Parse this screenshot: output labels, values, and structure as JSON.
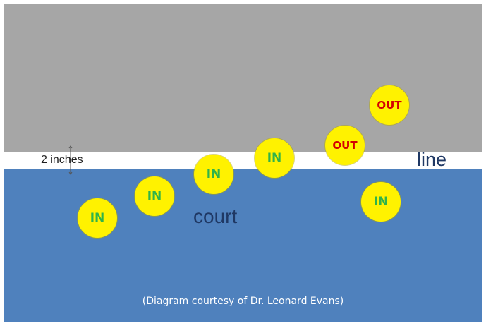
{
  "labels": {
    "dimension": "2 inches",
    "line": "line",
    "court": "court",
    "credit": "(Diagram courtesy of Dr. Leonard Evans)"
  },
  "balls": [
    {
      "label": "IN",
      "status": "in"
    },
    {
      "label": "IN",
      "status": "in"
    },
    {
      "label": "IN",
      "status": "in"
    },
    {
      "label": "IN",
      "status": "in"
    },
    {
      "label": "OUT",
      "status": "out"
    },
    {
      "label": "OUT",
      "status": "out"
    },
    {
      "label": "IN",
      "status": "in"
    }
  ],
  "colors": {
    "out_area": "#a6a6a6",
    "line": "#ffffff",
    "court": "#4f81bd",
    "ball": "#fff200",
    "in_text": "#2fb34a",
    "out_text": "#d40000"
  }
}
